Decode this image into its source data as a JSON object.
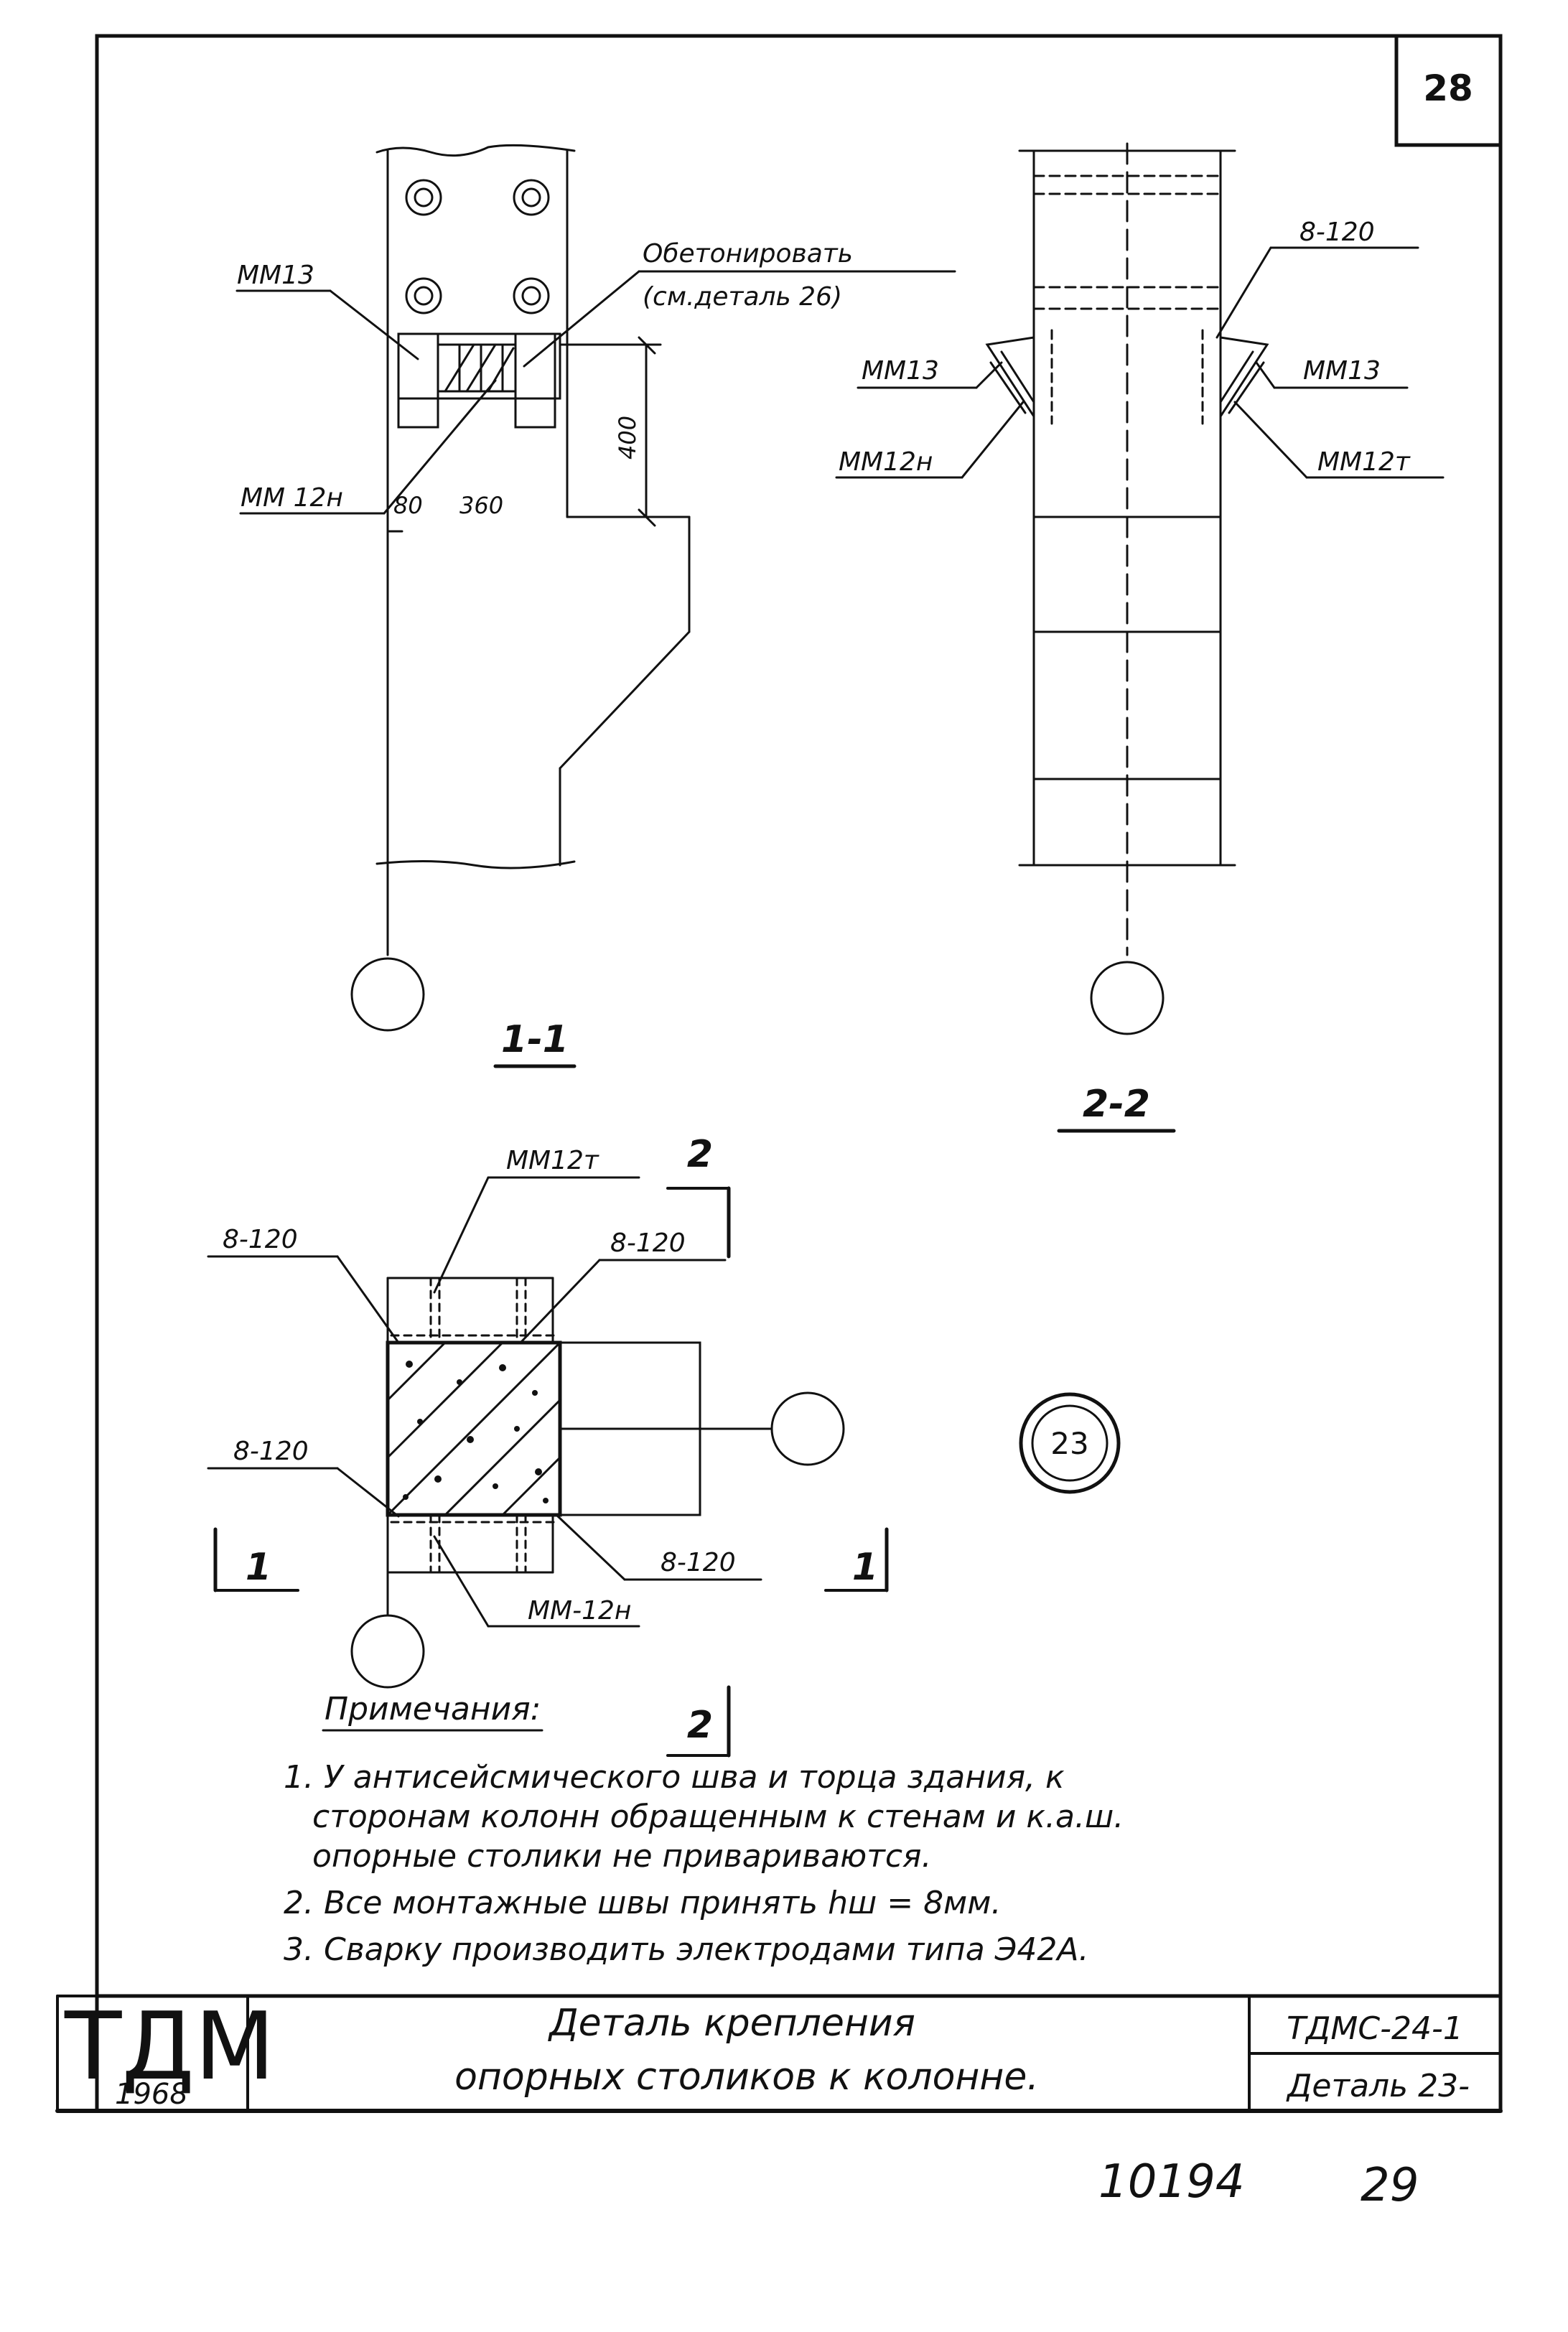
{
  "sheet": {
    "page_box": "28",
    "detail_circle": "23",
    "bottom_number": "10194",
    "bottom_page": "29"
  },
  "section_1": {
    "title": "1-1",
    "mm13": "ММ13",
    "mm12n": "ММ 12н",
    "concrete_note_line1": "Обетонировать",
    "concrete_note_line2": "(см.деталь 26)",
    "dim_80": "80",
    "dim_360": "360",
    "dim_400": "400"
  },
  "section_2": {
    "title": "2-2",
    "weld_top": "8-120",
    "mm13_left": "ММ13",
    "mm13_right": "ММ13",
    "mm12n": "ММ12н",
    "mm12t": "ММ12т"
  },
  "plan": {
    "mm12t": "ММ12т",
    "weld_tl": "8-120",
    "weld_tr": "8-120",
    "weld_ml": "8-120",
    "weld_br": "8-120",
    "mm12n": "ММ-12н",
    "cut_2": "2",
    "cut_1": "1"
  },
  "notes": {
    "heading": "Примечания:",
    "items": [
      "1. У антисейсмического шва и торца здания, к",
      "сторонам колонн обращенным к стенам и к.а.ш.",
      "опорные столики не привариваются.",
      "2. Все монтажные швы принять hш = 8мм.",
      "3. Сварку производить электродами типа Э42А."
    ]
  },
  "title_block": {
    "logo": "ТДМ",
    "year": "1968",
    "title_line1": "Деталь крепления",
    "title_line2": "опорных столиков к колонне.",
    "series": "ТДМС-24-1",
    "detail": "Деталь 23-"
  }
}
